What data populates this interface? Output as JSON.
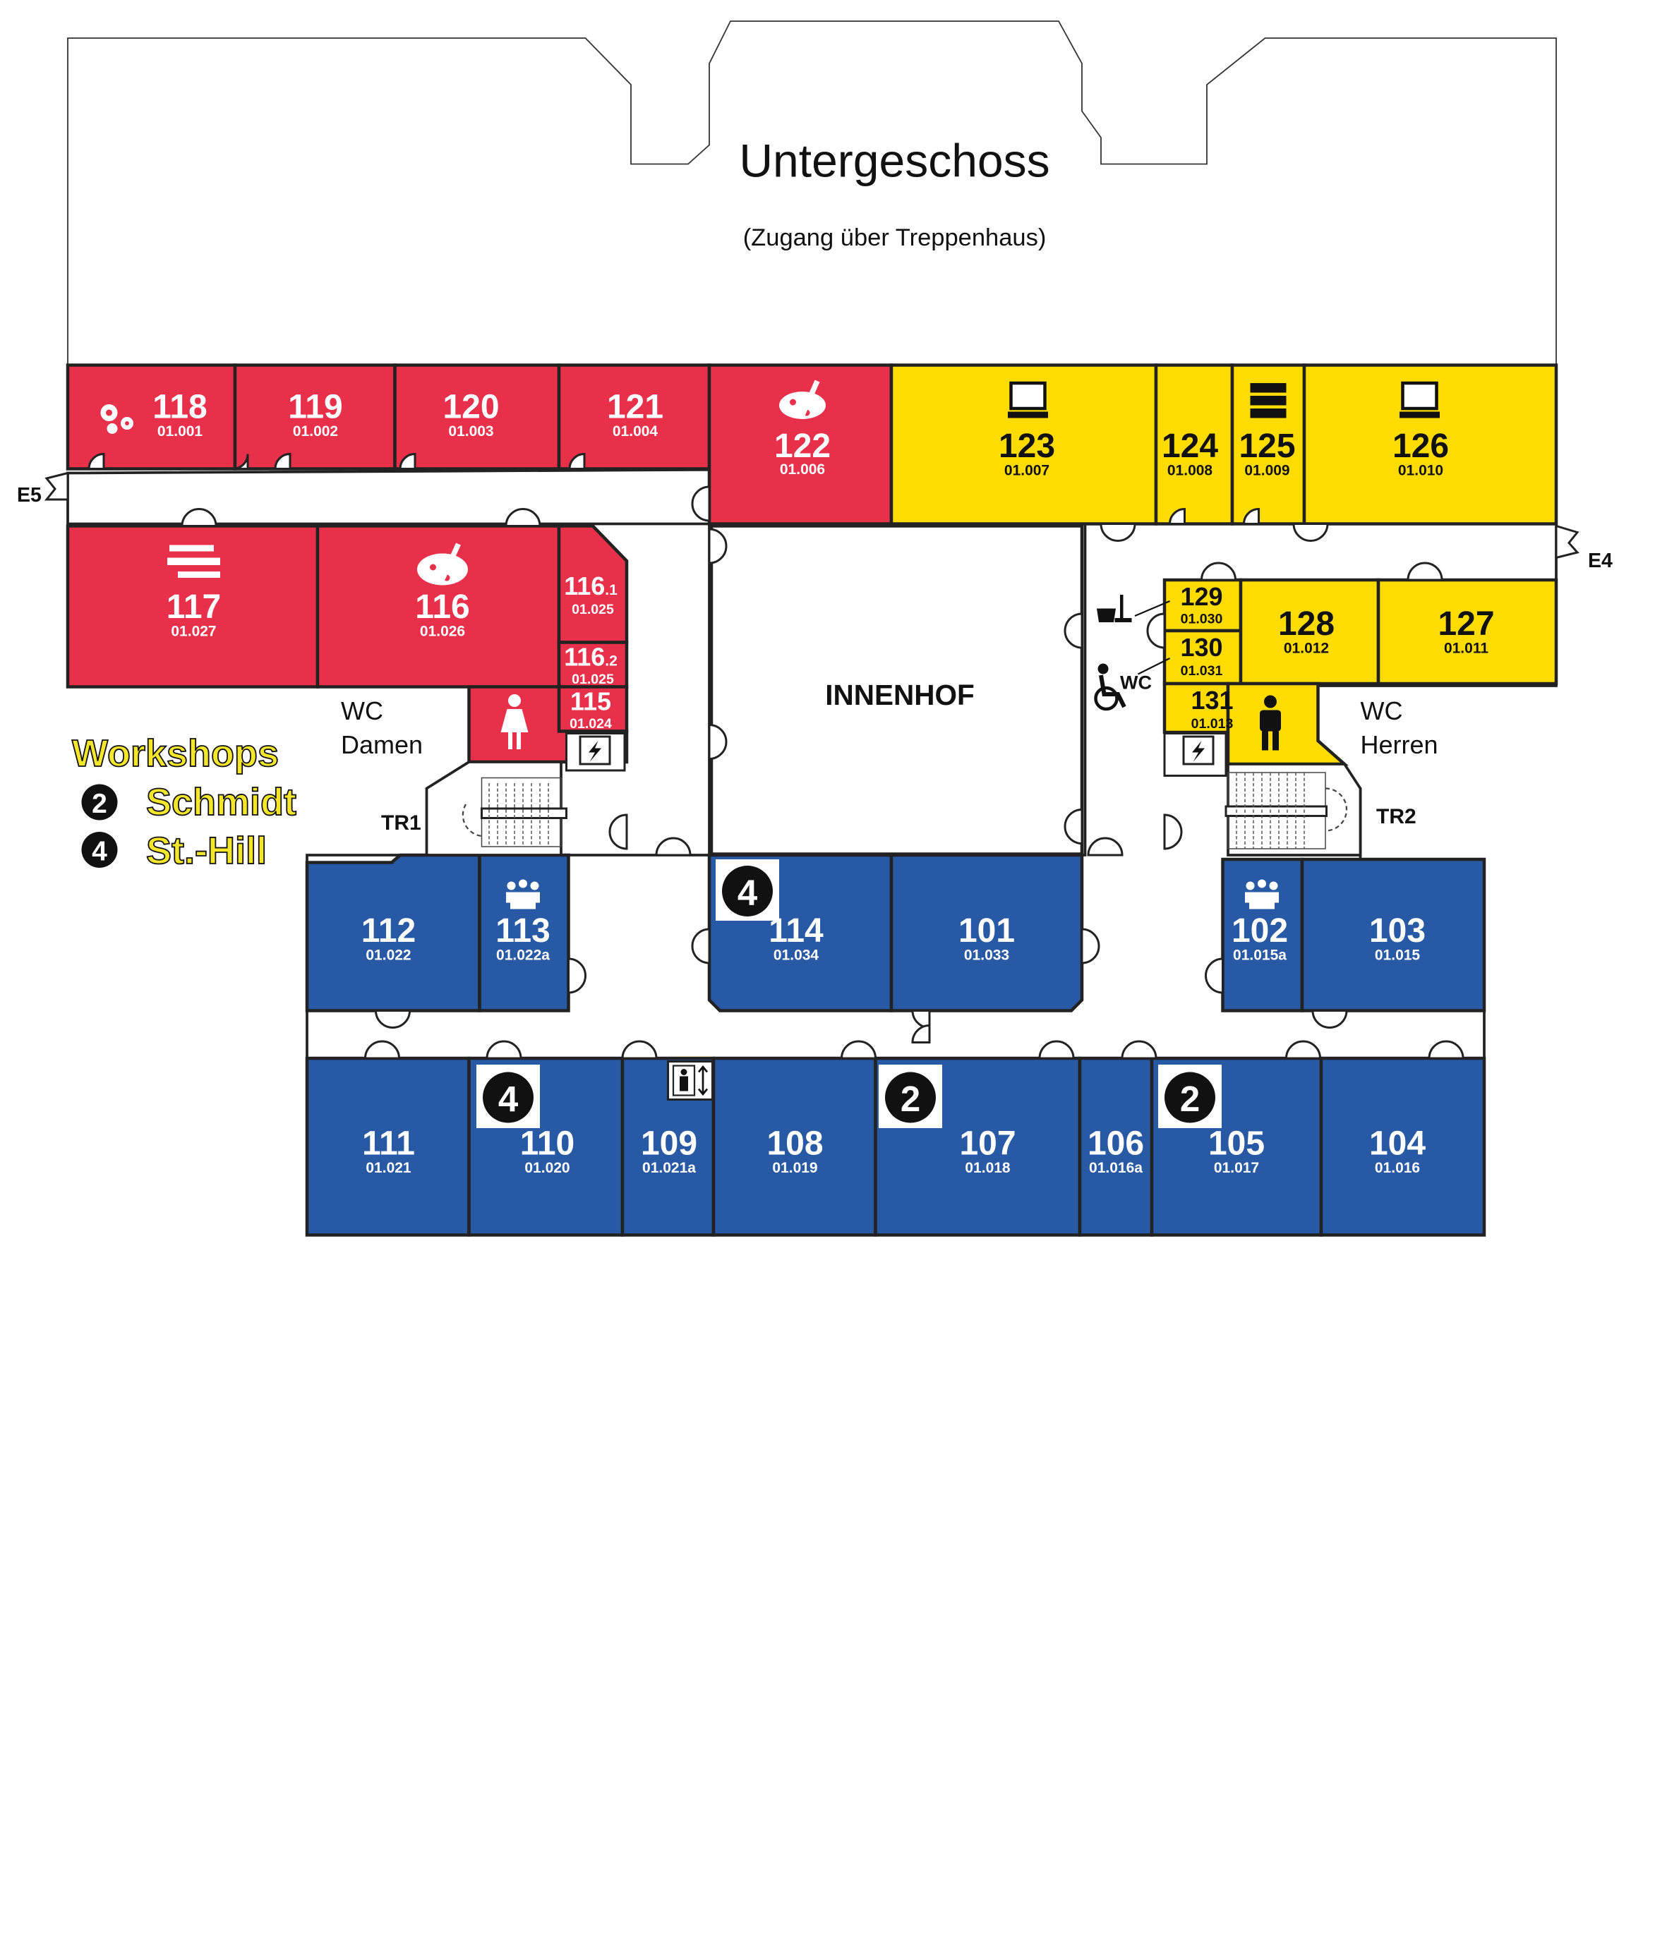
{
  "basement": {
    "title": "Untergeschoss",
    "subtitle": "(Zugang über Treppenhaus)"
  },
  "courtyard": "INNENHOF",
  "entrances": {
    "west": "E5",
    "east": "E4"
  },
  "stairs": {
    "left": "TR1",
    "right": "TR2"
  },
  "wc_labels": {
    "women_line1": "WC",
    "women_line2": "Damen",
    "men_line1": "WC",
    "men_line2": "Herren",
    "accessible": "WC"
  },
  "legend": {
    "title": "Workshops",
    "items": [
      {
        "badge": "2",
        "name": "Schmidt"
      },
      {
        "badge": "4",
        "name": "St.-Hill"
      }
    ]
  },
  "colors": {
    "red": "#e8304a",
    "yellow": "#ffdc00",
    "blue": "#2759a5",
    "legend_yellow": "#f4e62a"
  },
  "rooms": {
    "r118": {
      "num": "118",
      "code": "01.001",
      "icon": "gears-icon"
    },
    "r119": {
      "num": "119",
      "code": "01.002"
    },
    "r120": {
      "num": "120",
      "code": "01.003"
    },
    "r121": {
      "num": "121",
      "code": "01.004"
    },
    "r122": {
      "num": "122",
      "code": "01.006",
      "icon": "palette-icon"
    },
    "r123": {
      "num": "123",
      "code": "01.007",
      "icon": "computer-icon"
    },
    "r124": {
      "num": "124",
      "code": "01.008"
    },
    "r125": {
      "num": "125",
      "code": "01.009",
      "icon": "server-icon"
    },
    "r126": {
      "num": "126",
      "code": "01.010",
      "icon": "computer-icon"
    },
    "r117": {
      "num": "117",
      "code": "01.027",
      "icon": "tools-icon"
    },
    "r116": {
      "num": "116",
      "code": "01.026",
      "icon": "palette-icon"
    },
    "r116_1": {
      "num": "116",
      "suffix": ".1",
      "code": "01.025"
    },
    "r116_2": {
      "num": "116",
      "suffix": ".2",
      "code": "01.025"
    },
    "r115": {
      "num": "115",
      "code": "01.024"
    },
    "r129": {
      "num": "129",
      "code": "01.030"
    },
    "r130": {
      "num": "130",
      "code": "01.031"
    },
    "r131": {
      "num": "131",
      "code": "01.013"
    },
    "r128": {
      "num": "128",
      "code": "01.012"
    },
    "r127": {
      "num": "127",
      "code": "01.011"
    },
    "r112": {
      "num": "112",
      "code": "01.022"
    },
    "r113": {
      "num": "113",
      "code": "01.022a",
      "icon": "group-icon"
    },
    "r114": {
      "num": "114",
      "code": "01.034",
      "badge": "4"
    },
    "r101": {
      "num": "101",
      "code": "01.033"
    },
    "r102": {
      "num": "102",
      "code": "01.015a",
      "icon": "group-icon"
    },
    "r103": {
      "num": "103",
      "code": "01.015"
    },
    "r111": {
      "num": "111",
      "code": "01.021"
    },
    "r110": {
      "num": "110",
      "code": "01.020",
      "badge": "4"
    },
    "r109": {
      "num": "109",
      "code": "01.021a"
    },
    "r108": {
      "num": "108",
      "code": "01.019"
    },
    "r107": {
      "num": "107",
      "code": "01.018",
      "badge": "2"
    },
    "r106": {
      "num": "106",
      "code": "01.016a"
    },
    "r105": {
      "num": "105",
      "code": "01.017",
      "badge": "2"
    },
    "r104": {
      "num": "104",
      "code": "01.016"
    }
  }
}
